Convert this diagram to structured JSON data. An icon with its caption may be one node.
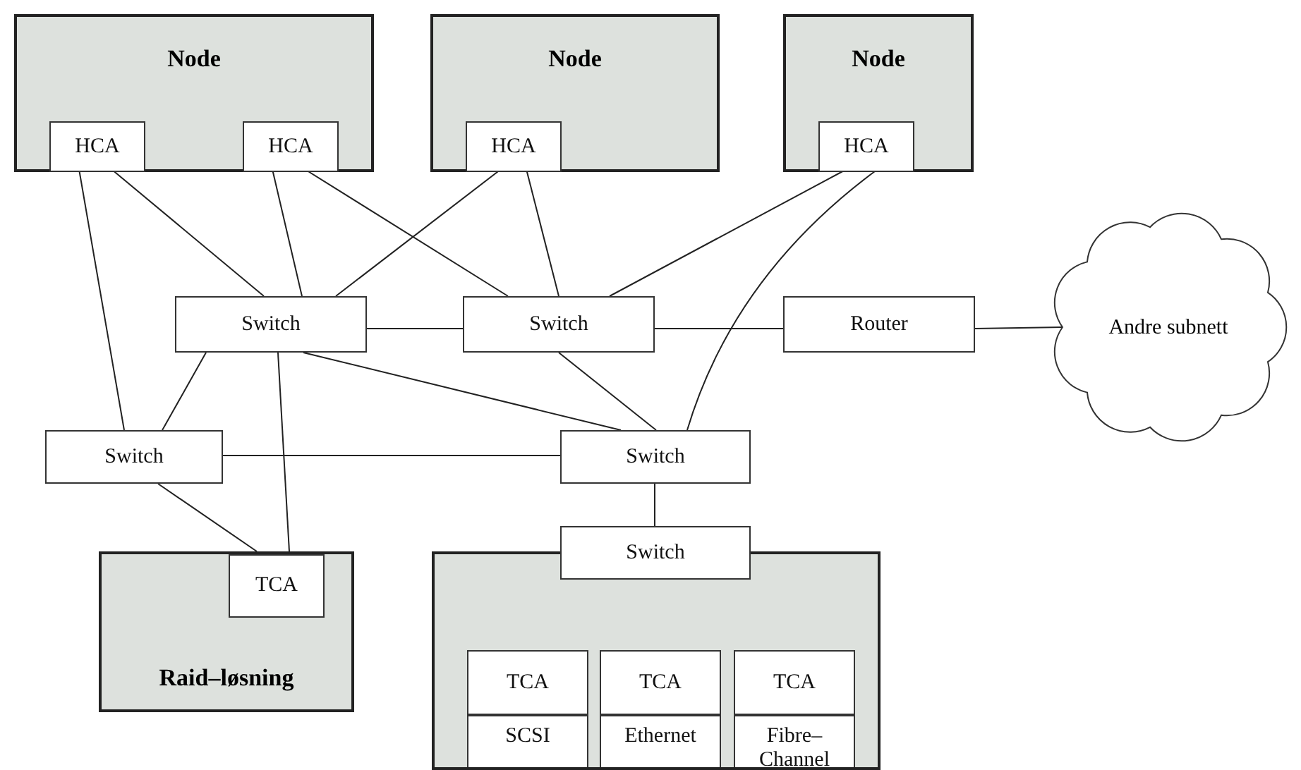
{
  "diagram": {
    "nodes": [
      {
        "text": [
          "Node"
        ]
      },
      {
        "text": [
          "HCA"
        ],
        "in": 0
      },
      {
        "text": [
          "HCA"
        ],
        "in": 0
      },
      {
        "text": [
          "Node"
        ]
      },
      {
        "text": [
          "HCA"
        ],
        "in": 3
      },
      {
        "text": [
          "Node"
        ]
      },
      {
        "text": [
          "HCA"
        ],
        "in": 5
      },
      {
        "text": [
          "Switch"
        ]
      },
      {
        "text": [
          "Switch"
        ]
      },
      {
        "text": [
          "Router"
        ]
      },
      {
        "text": [
          "Andre subnett"
        ]
      },
      {
        "text": [
          "Switch"
        ]
      },
      {
        "text": [
          "Switch"
        ]
      },
      {
        "text": [
          "Raid–løsning"
        ]
      },
      {
        "text": [
          "TCA"
        ],
        "in": 13
      },
      {
        "text": [],
        "shape": "box"
      },
      {
        "text": [
          "Switch"
        ]
      },
      {
        "text": [
          "TCA"
        ],
        "in": 15
      },
      {
        "text": [
          "SCSI"
        ],
        "in": 15
      },
      {
        "text": [
          "TCA"
        ],
        "in": 15
      },
      {
        "text": [
          "Ethernet"
        ],
        "in": 15
      },
      {
        "text": [
          "TCA"
        ],
        "in": 15
      },
      {
        "text": [
          "Fibre– Channel"
        ],
        "in": 15
      }
    ],
    "edges": [
      {
        "from": 1,
        "to": 11,
        "arrow": "none"
      },
      {
        "from": 1,
        "to": 7,
        "arrow": "none"
      },
      {
        "from": 2,
        "to": 7,
        "arrow": "none"
      },
      {
        "from": 2,
        "to": 8,
        "arrow": "none"
      },
      {
        "from": 4,
        "to": 7,
        "arrow": "none"
      },
      {
        "from": 4,
        "to": 8,
        "arrow": "none"
      },
      {
        "from": 6,
        "to": 8,
        "arrow": "none"
      },
      {
        "from": 6,
        "to": 12,
        "arrow": "none"
      },
      {
        "from": 7,
        "to": 8,
        "arrow": "none"
      },
      {
        "from": 8,
        "to": 9,
        "arrow": "none"
      },
      {
        "from": 9,
        "to": 10,
        "arrow": "none"
      },
      {
        "from": 7,
        "to": 11,
        "arrow": "none"
      },
      {
        "from": 7,
        "to": 14,
        "arrow": "none"
      },
      {
        "from": 7,
        "to": 12,
        "arrow": "none"
      },
      {
        "from": 8,
        "to": 12,
        "arrow": "none"
      },
      {
        "from": 11,
        "to": 12,
        "arrow": "none"
      },
      {
        "from": 11,
        "to": 14,
        "arrow": "none"
      },
      {
        "from": 12,
        "to": 16,
        "arrow": "none"
      }
    ]
  }
}
